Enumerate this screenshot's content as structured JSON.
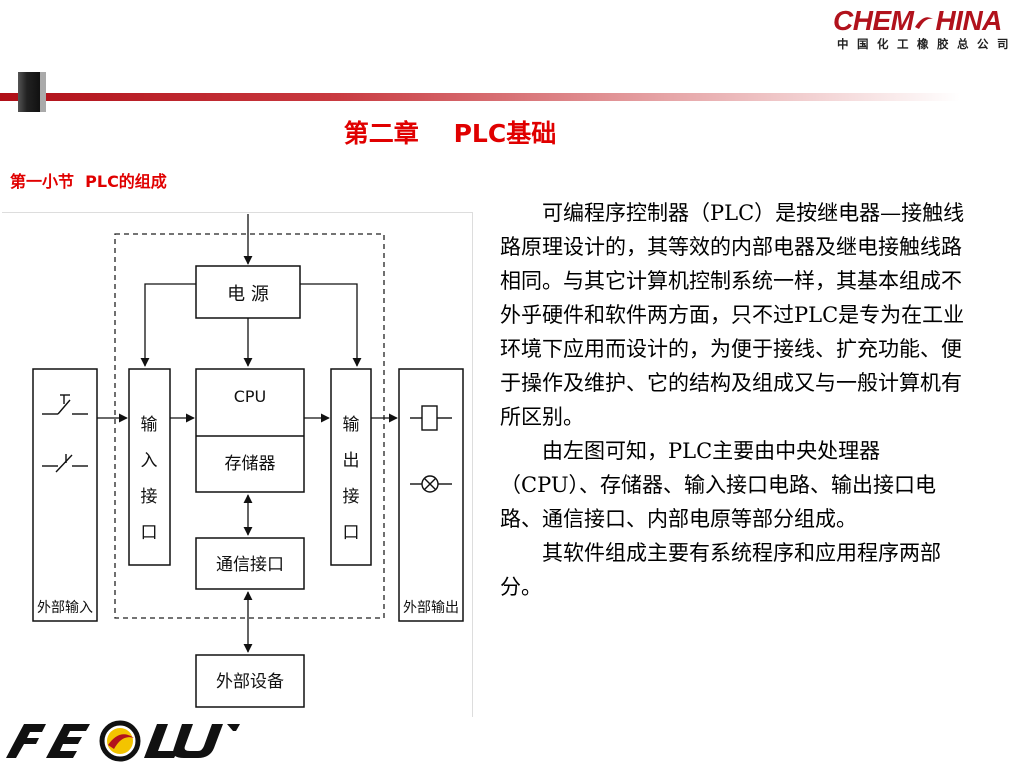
{
  "header": {
    "company_logo": {
      "wordmark_left": "CHEM",
      "wordmark_right": "HINA",
      "cn_name": "中国化工橡胶总公司",
      "brand_color": "#b1121c"
    },
    "title": "第二章    PLC基础",
    "subtitle": "第一小节  PLC的组成"
  },
  "diagram": {
    "power": "电  源",
    "cpu": "CPU",
    "memory": "存储器",
    "comm_interface": "通信接口",
    "external_device": "外部设备",
    "input_interface": [
      "输",
      "入",
      "接",
      "口"
    ],
    "output_interface": [
      "输",
      "出",
      "接",
      "口"
    ],
    "external_input": "外部输入",
    "external_output": "外部输出",
    "icons": [
      "switch-no-icon",
      "switch-nc-icon",
      "relay-coil-icon",
      "lamp-icon"
    ]
  },
  "description": {
    "paragraphs": [
      "可编程序控制器（PLC）是按继电器—接触线路原理设计的，其等效的内部电器及继电接触线路相同。与其它计算机控制系统一样，其基本组成不外乎硬件和软件两方面，只不过PLC是专为在工业环境下应用而设计的，为便于接线、扩充功能、便于操作及维护、它的结构及组成又与一般计算机有所区别。",
      "由左图可知，PLC主要由中央处理器（CPU）、存储器、输入接口电路、输出接口电路、通信接口、内部电原等部分组成。",
      "其软件组成主要有系统程序和应用程序两部分。"
    ]
  },
  "footer": {
    "brand_logo": "AEOLUS"
  },
  "colors": {
    "title_red": "#e00000",
    "bar_red": "#b00f18"
  }
}
